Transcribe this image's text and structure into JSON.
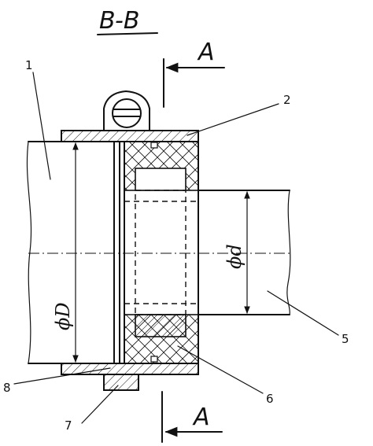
{
  "title": "B-B",
  "section_label": "A",
  "dimensions": {
    "outer": "ϕD",
    "inner": "ϕd"
  },
  "part_numbers": [
    "1",
    "2",
    "5",
    "6",
    "7",
    "8"
  ]
}
